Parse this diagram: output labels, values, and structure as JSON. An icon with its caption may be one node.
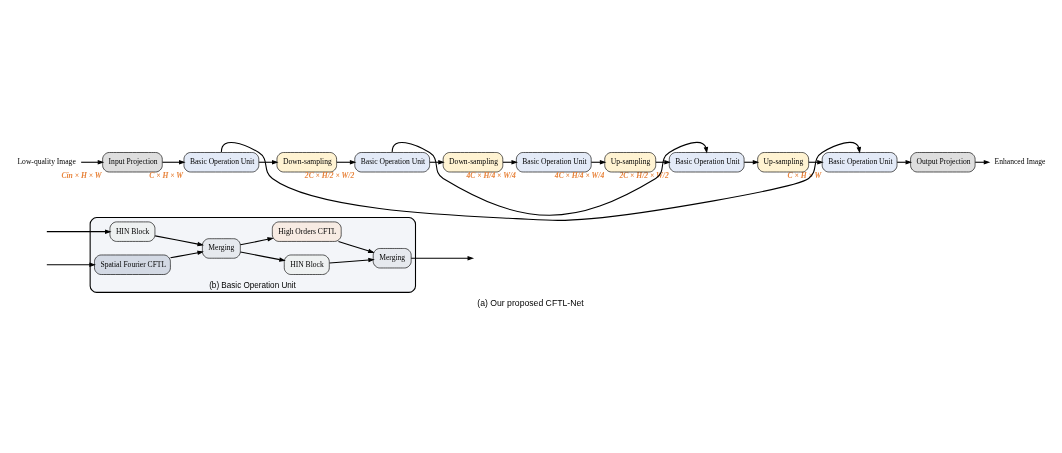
{
  "diagram": {
    "caption": "(a) Our proposed CFTL-Net",
    "nodes": [
      {
        "text": [
          "(b) Basic Operation Unit"
        ]
      },
      {
        "text": [
          "HIN Block"
        ],
        "in": 0
      },
      {
        "text": [
          "Merging"
        ],
        "in": 0
      },
      {
        "text": [
          "HIN Block"
        ],
        "in": 0
      },
      {
        "text": [
          "Merging"
        ],
        "in": 0
      },
      {
        "text": [
          "Spatial Fourier CFTL"
        ],
        "in": 0
      },
      {
        "text": [
          "High Orders CFTL"
        ],
        "in": 0
      },
      {
        "text": [
          "Low-quality Image"
        ]
      },
      {
        "text": [
          "Input Projection"
        ],
        "beside": [
          "Cin × H × W"
        ]
      },
      {
        "text": [
          "Basic Operation Unit"
        ],
        "beside": [
          "C × H × W"
        ]
      },
      {
        "text": [
          "Down-sampling"
        ]
      },
      {
        "text": [
          "Basic Operation Unit"
        ],
        "beside": [
          "2C × H/2 × W/2"
        ]
      },
      {
        "text": [
          "Down-sampling"
        ]
      },
      {
        "text": [
          "Basic Operation Unit"
        ],
        "beside": [
          "4C × H/4 × W/4"
        ]
      },
      {
        "text": [
          "Up-sampling"
        ],
        "beside": [
          "4C × H/4 × W/4"
        ]
      },
      {
        "text": [
          "Basic Operation Unit"
        ],
        "beside": [
          "2C × H/2 × W/2"
        ]
      },
      {
        "text": [
          "Up-sampling"
        ]
      },
      {
        "text": [
          "Basic Operation Unit"
        ],
        "beside": [
          "C × H × W"
        ]
      },
      {
        "text": [
          "Output Projection"
        ]
      },
      {
        "text": [
          "Enhanced Image"
        ]
      }
    ],
    "edges": [
      {
        "from": null,
        "to": 1,
        "arrow": "to"
      },
      {
        "from": null,
        "to": 5,
        "arrow": "to"
      },
      {
        "from": 1,
        "to": 2,
        "arrow": "to"
      },
      {
        "from": 5,
        "to": 2,
        "arrow": "to"
      },
      {
        "from": 2,
        "to": 3,
        "arrow": "to"
      },
      {
        "from": 2,
        "to": 6,
        "arrow": "to"
      },
      {
        "from": 3,
        "to": 4,
        "arrow": "to"
      },
      {
        "from": 6,
        "to": 4,
        "arrow": "to"
      },
      {
        "from": 4,
        "to": null,
        "arrow": "to"
      },
      {
        "from": 7,
        "to": 8,
        "arrow": "to"
      },
      {
        "from": 8,
        "to": 9,
        "arrow": "to"
      },
      {
        "from": 9,
        "to": 10,
        "arrow": "to"
      },
      {
        "from": 10,
        "to": 11,
        "arrow": "to"
      },
      {
        "from": 11,
        "to": 12,
        "arrow": "to"
      },
      {
        "from": 12,
        "to": 13,
        "arrow": "to"
      },
      {
        "from": 13,
        "to": 14,
        "arrow": "to"
      },
      {
        "from": 14,
        "to": 15,
        "arrow": "to"
      },
      {
        "from": 15,
        "to": 16,
        "arrow": "to"
      },
      {
        "from": 16,
        "to": 17,
        "arrow": "to"
      },
      {
        "from": 17,
        "to": 18,
        "arrow": "to"
      },
      {
        "from": 18,
        "to": 19,
        "arrow": "to"
      },
      {
        "from": 9,
        "to": 17,
        "arrow": "to"
      },
      {
        "from": 11,
        "to": 15,
        "arrow": "to"
      }
    ]
  }
}
